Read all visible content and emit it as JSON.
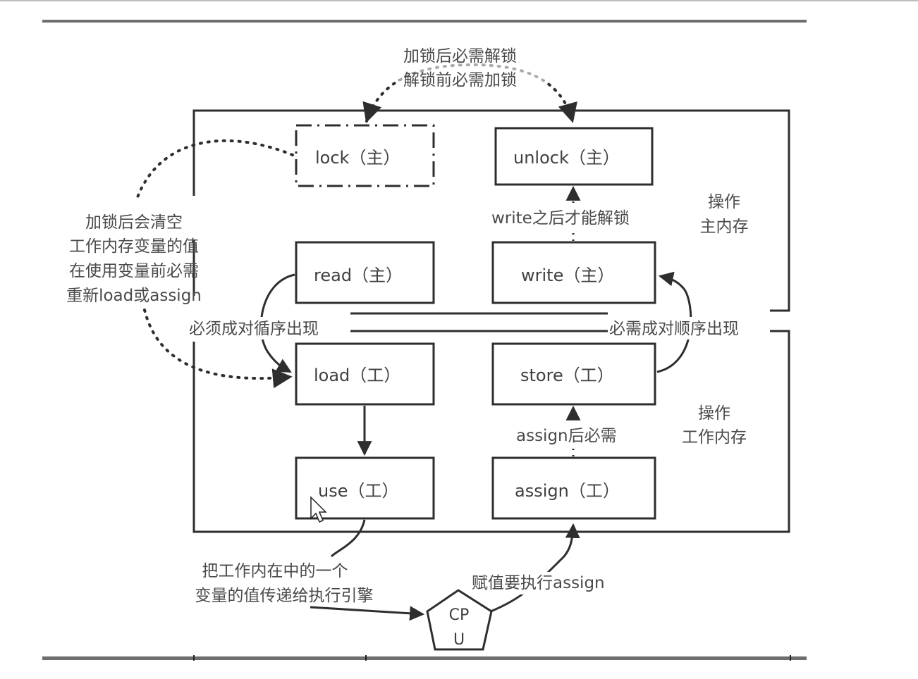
{
  "diagram": {
    "title_top": [
      "加锁后必需解锁",
      "解锁前必需加锁"
    ],
    "operations": {
      "lock": "lock（主）",
      "unlock": "unlock（主）",
      "read": "read（主）",
      "write": "write（主）",
      "load": "load（工）",
      "store": "store（工）",
      "use": "use（工）",
      "assign": "assign（工）"
    },
    "regions": {
      "main_memory": [
        "操作",
        "主内存"
      ],
      "work_memory": [
        "操作",
        "工作内存"
      ]
    },
    "notes": {
      "lock_clears": [
        "加锁后会清空",
        "工作内存变量的值",
        "在使用变量前必需",
        "重新load或assign"
      ],
      "write_then_unlock": "write之后才能解锁",
      "read_load_pair": "必须成对循序出现",
      "store_write_pair": "必需成对顺序出现",
      "assign_then_store": "assign后必需",
      "use_to_engine": [
        "把工作内在中的一个",
        "变量的值传递给执行引擎"
      ],
      "assign_exec": "赋值要执行assign"
    },
    "cpu": [
      "CP",
      "U"
    ],
    "colors": {
      "line": "#2e2e2e",
      "text": "#444444",
      "rule": "#6e6e6e"
    }
  }
}
